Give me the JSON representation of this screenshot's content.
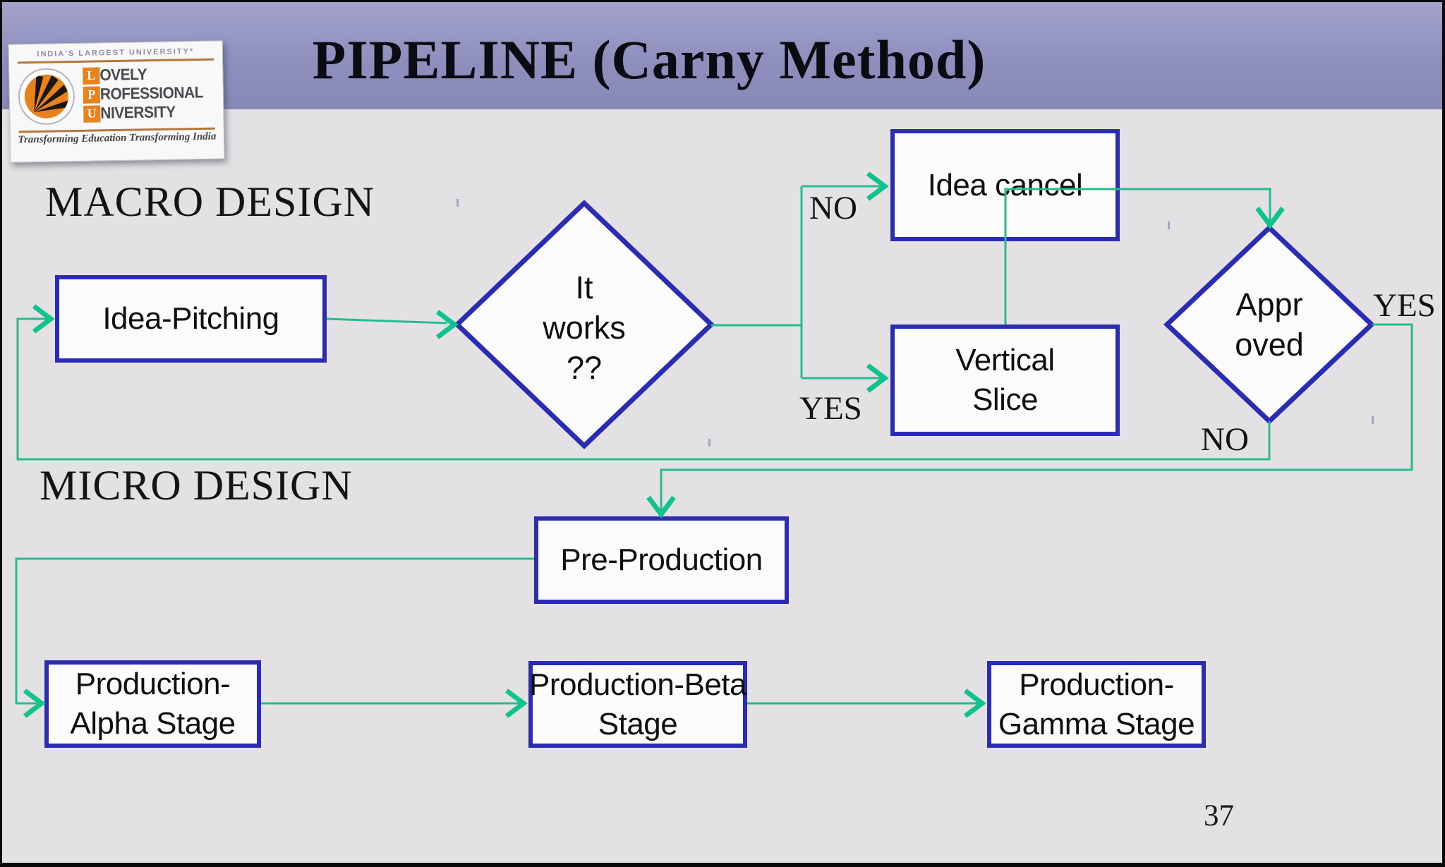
{
  "slide": {
    "title": "PIPELINE (Carny Method)",
    "page_number": "37",
    "section_labels": {
      "macro": "MACRO DESIGN",
      "micro": "MICRO DESIGN"
    }
  },
  "logo": {
    "tagline": "INDIA'S LARGEST UNIVERSITY*",
    "name_lines": [
      {
        "initial": "L",
        "rest": "OVELY"
      },
      {
        "initial": "P",
        "rest": "ROFESSIONAL"
      },
      {
        "initial": "U",
        "rest": "NIVERSITY"
      }
    ],
    "motto": "Transforming Education Transforming India"
  },
  "flowchart": {
    "nodes": {
      "idea_pitching": {
        "lines": [
          "Idea-Pitching"
        ]
      },
      "it_works": {
        "lines": [
          "It",
          "works",
          "??"
        ]
      },
      "idea_cancel": {
        "lines": [
          "Idea cancel"
        ]
      },
      "vertical_slice": {
        "lines": [
          "Vertical",
          "Slice"
        ]
      },
      "approved": {
        "lines": [
          "Appr",
          "oved"
        ]
      },
      "pre_production": {
        "lines": [
          "Pre-Production"
        ]
      },
      "production_alpha": {
        "lines": [
          "Production-",
          "Alpha Stage"
        ]
      },
      "production_beta": {
        "lines": [
          "Production-Beta",
          "Stage"
        ]
      },
      "production_gamma": {
        "lines": [
          "Production-",
          "Gamma Stage"
        ]
      }
    },
    "edge_labels": {
      "no_to_idea_cancel": "NO",
      "yes_to_vertical_slice": "YES",
      "approved_yes": "YES",
      "approved_no": "NO"
    },
    "colors": {
      "connector_green": "#27bc8e",
      "arrowhead_green": "#10c38a",
      "node_border_blue": "#2a2db2",
      "header_purple": "#8f8fbe",
      "background_gray": "#e3e1e3"
    }
  }
}
